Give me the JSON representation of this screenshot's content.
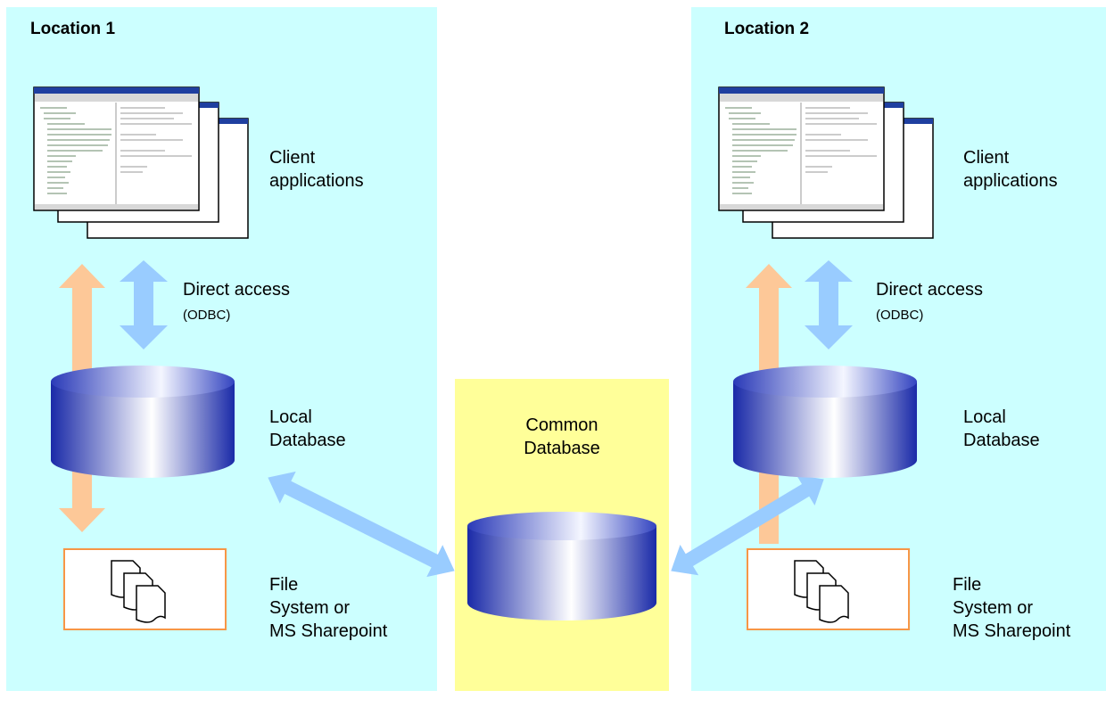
{
  "location1": {
    "title": "Location 1",
    "client_label_line1": "Client",
    "client_label_line2": "applications",
    "access_label": "Direct access",
    "access_sub": "(ODBC)",
    "db_label_line1": "Local",
    "db_label_line2": "Database",
    "fs_label_line1": "File",
    "fs_label_line2": "System or",
    "fs_label_line3": "MS Sharepoint"
  },
  "location2": {
    "title": "Location 2",
    "client_label_line1": "Client",
    "client_label_line2": "applications",
    "access_label": "Direct access",
    "access_sub": "(ODBC)",
    "db_label_line1": "Local",
    "db_label_line2": "Database",
    "fs_label_line1": "File",
    "fs_label_line2": "System or",
    "fs_label_line3": "MS Sharepoint"
  },
  "common": {
    "label_line1": "Common",
    "label_line2": "Database"
  },
  "colors": {
    "panel_cyan": "#ccffff",
    "panel_yellow": "#ffff99",
    "arrow_orange": "#fdc898",
    "arrow_blue": "#99ccff",
    "db_blue": "#2233bb",
    "filebox_border": "#f79646"
  }
}
